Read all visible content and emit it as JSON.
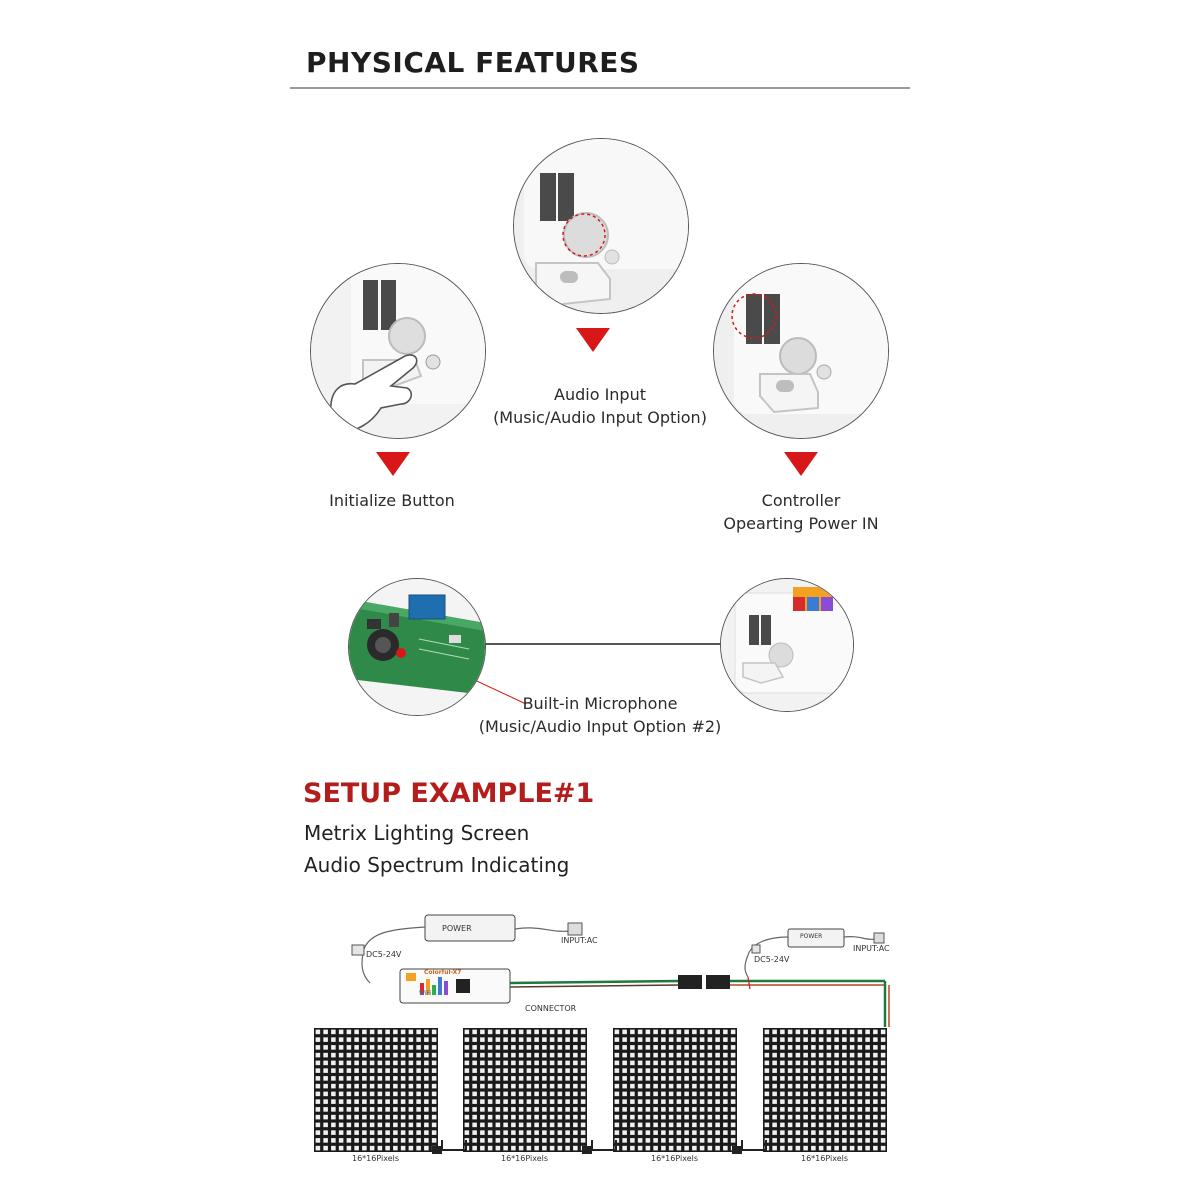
{
  "physical_features": {
    "title": "PHYSICAL FEATURES",
    "audio_input": {
      "line1": "Audio Input",
      "line2": "(Music/Audio Input Option)"
    },
    "initialize": {
      "line1": "Initialize Button"
    },
    "controller": {
      "line1": "Controller",
      "line2": "Opearting Power IN"
    },
    "microphone": {
      "line1": "Built-in Microphone",
      "line2": "(Music/Audio Input Option #2)"
    }
  },
  "setup": {
    "title": "SETUP EXAMPLE#1",
    "line1": "Metrix Lighting Screen",
    "line2": "Audio Spectrum Indicating"
  },
  "diagram": {
    "power_left": "POWER",
    "power_right": "POWER",
    "input_ac_left": "INPUT:AC",
    "input_ac_right": "INPUT:AC",
    "dc_left": "DC5-24V",
    "dc_right": "DC5-24V",
    "connector": "CONNECTOR",
    "controller_name": "Colorful-X7",
    "wifi": "WiFi",
    "panel_labels": [
      "16*16Pixels",
      "16*16Pixels",
      "16*16Pixels",
      "16*16Pixels"
    ]
  },
  "colors": {
    "accent_red": "#d81818",
    "heading_red": "#b51c1c"
  }
}
